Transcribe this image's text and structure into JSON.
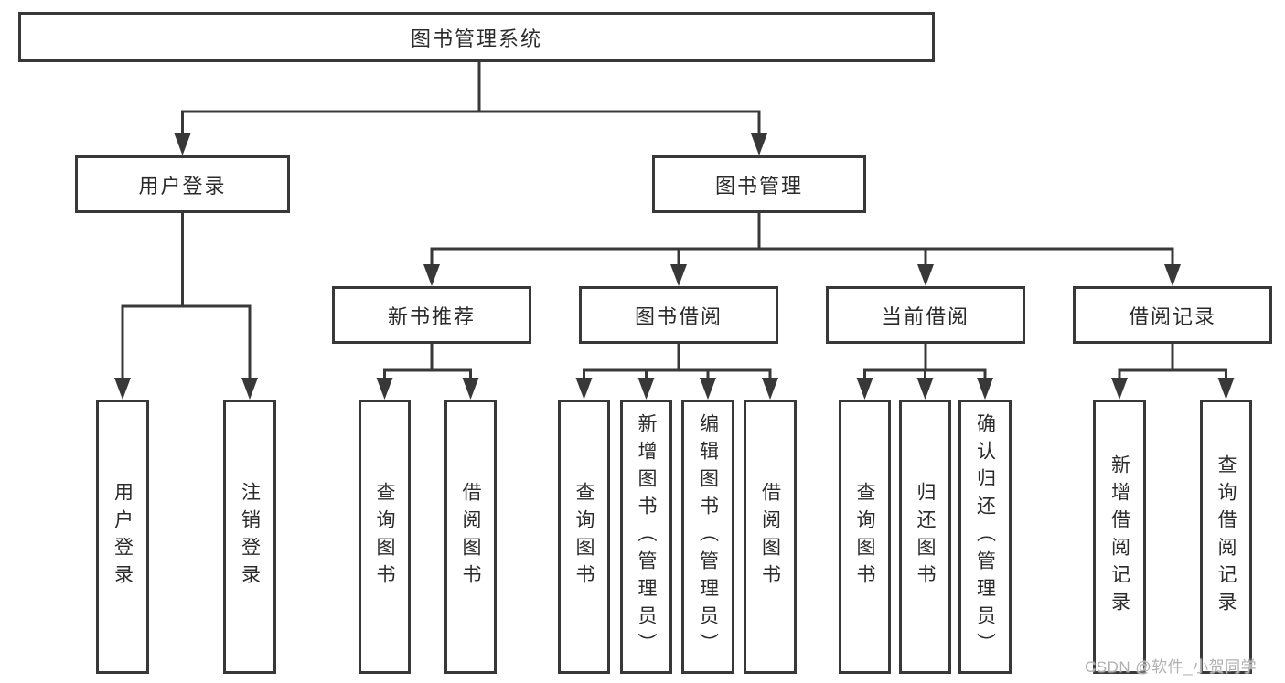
{
  "tree": {
    "root": {
      "label": "图书管理系统"
    },
    "branches": [
      {
        "label": "用户登录",
        "children": [
          {
            "label": "用户登录"
          },
          {
            "label": "注销登录"
          }
        ]
      },
      {
        "label": "图书管理",
        "children": [
          {
            "label": "新书推荐",
            "children": [
              {
                "label": "查询图书"
              },
              {
                "label": "借阅图书"
              }
            ]
          },
          {
            "label": "图书借阅",
            "children": [
              {
                "label": "查询图书"
              },
              {
                "label": "新增图书（管理员）"
              },
              {
                "label": "编辑图书（管理员）"
              },
              {
                "label": "借阅图书"
              }
            ]
          },
          {
            "label": "当前借阅",
            "children": [
              {
                "label": "查询图书"
              },
              {
                "label": "归还图书"
              },
              {
                "label": "确认归还（管理员）"
              }
            ]
          },
          {
            "label": "借阅记录",
            "children": [
              {
                "label": "新增借阅记录"
              },
              {
                "label": "查询借阅记录"
              }
            ]
          }
        ]
      }
    ]
  },
  "watermark": {
    "text": "CSDN @软件_小贺同学"
  },
  "colors": {
    "line": "#383838",
    "text": "#2b2b2b",
    "box_fill": "#ffffff",
    "watermark": "#b0b0b0",
    "background": "#ffffff"
  }
}
